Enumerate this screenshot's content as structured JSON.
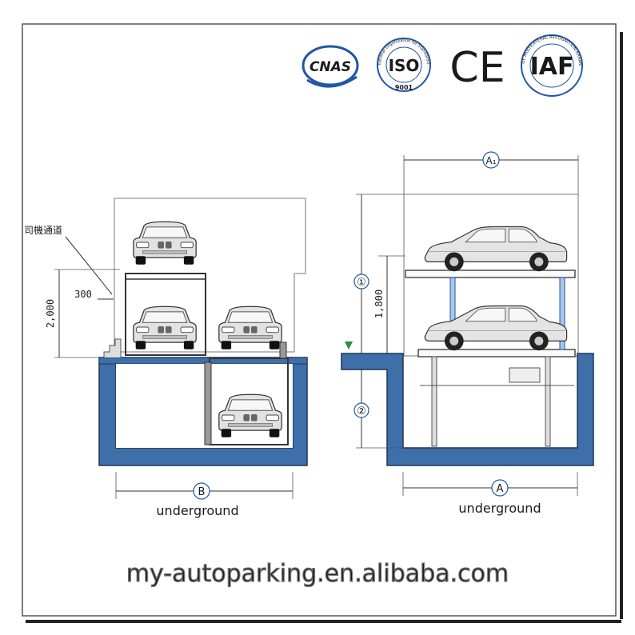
{
  "logos": {
    "cnas": "CNAS",
    "iso_main": "ISO",
    "iso_number": "9001",
    "iso_ring_text": "International Organization for Standardization",
    "ce": "CE",
    "iaf": "IAF",
    "iaf_ring_text": "MEMBER OF MULTILATERAL RECOGNITION ARRANGEMENT"
  },
  "left_diagram": {
    "driver_passage_label": "司機通道",
    "dim_300": "300",
    "dim_height": "2,000",
    "width_label": "B",
    "caption": "underground"
  },
  "right_diagram": {
    "top_width_label": "A₁",
    "upper_height_label": "①",
    "lower_height_label": "②",
    "dim_height": "1,800",
    "width_label": "A",
    "caption": "underground"
  },
  "watermark": "my-autoparking.en.alibaba.com",
  "colors": {
    "pit_blue": "#3f6fa8",
    "pit_outline": "#1d3557",
    "ground_marker": "#2e8b3e",
    "logo_blue": "#1f56a5",
    "watermark_fill": "#f4f4f4",
    "watermark_stroke": "#7a7a7a"
  }
}
